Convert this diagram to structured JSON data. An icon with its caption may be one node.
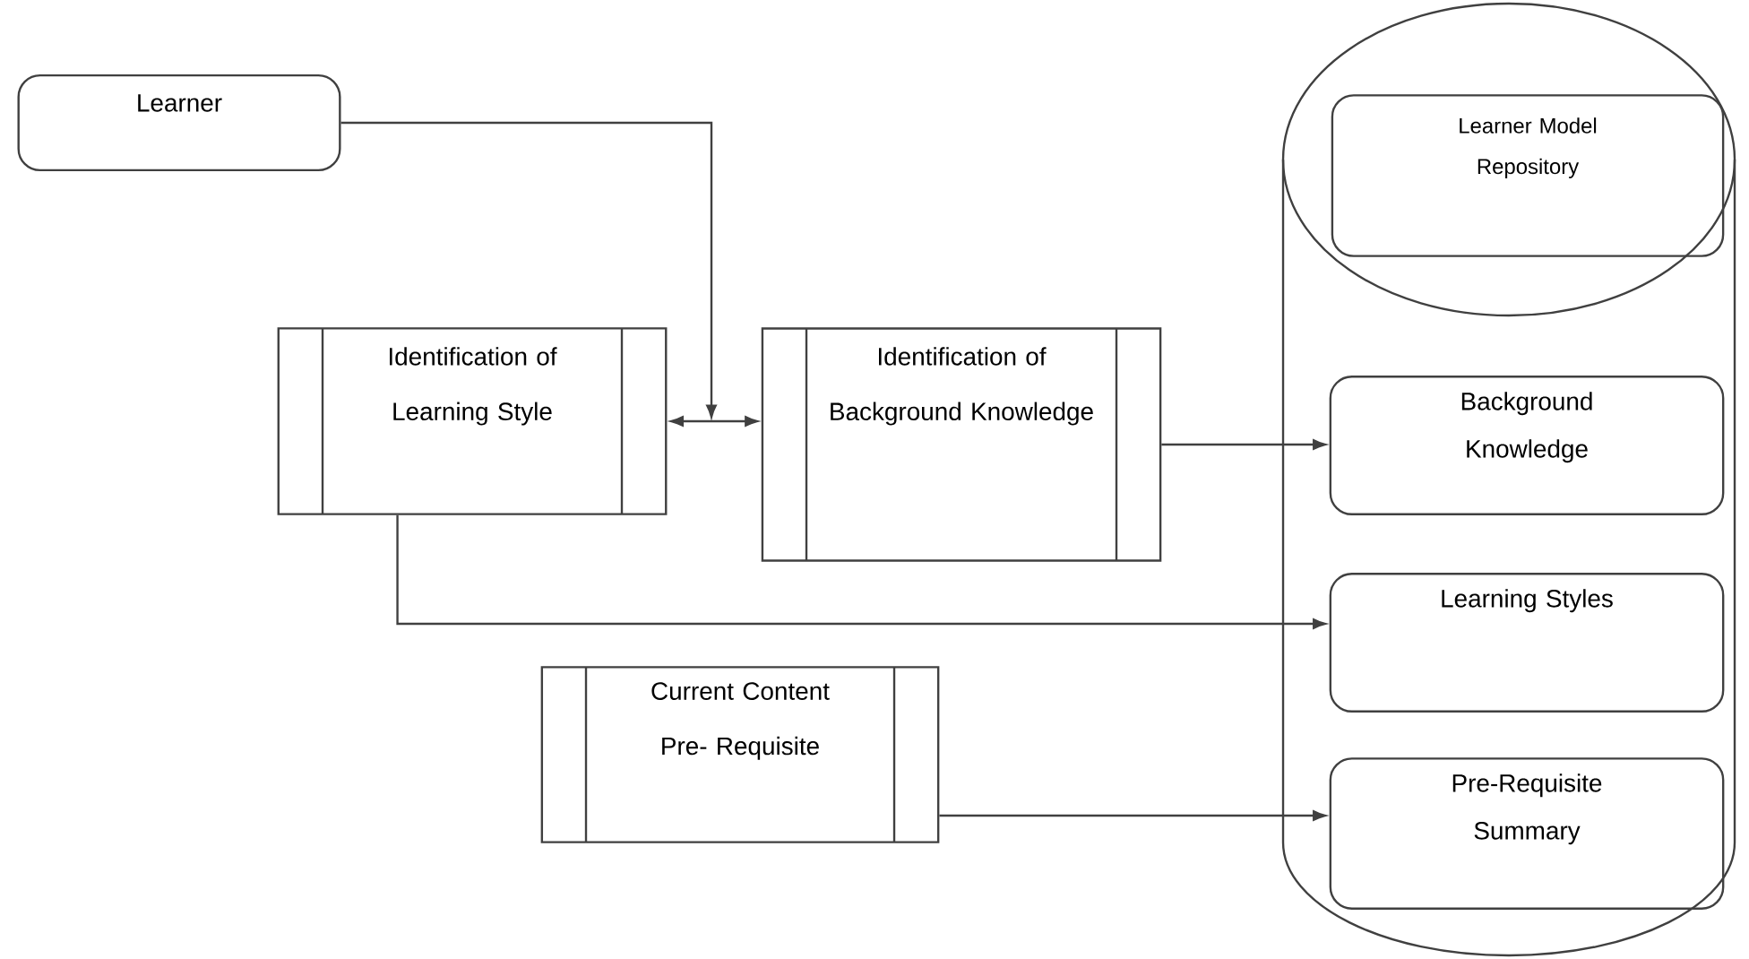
{
  "diagram": {
    "nodes": [
      {
        "text": [
          "Learner"
        ]
      },
      {
        "text": [],
        "shape": "cylinder"
      },
      {
        "text": [
          "Learner Model Repository"
        ],
        "in": 1
      },
      {
        "text": [
          "Identification of Learning Style"
        ]
      },
      {
        "text": [
          "Identification of Background Knowledge"
        ]
      },
      {
        "text": [
          "Background Knowledge"
        ],
        "in": 1
      },
      {
        "text": [
          "Learning Styles"
        ],
        "in": 1
      },
      {
        "text": [
          "Current Content Pre- Requisite"
        ]
      },
      {
        "text": [
          "Pre-Requisite Summary"
        ],
        "in": 1
      }
    ],
    "edges": [
      {
        "from": 0,
        "to": null,
        "arrow": "to"
      },
      {
        "from": 3,
        "to": 4,
        "arrow": "both"
      },
      {
        "from": 4,
        "to": 5,
        "arrow": "to"
      },
      {
        "from": 3,
        "to": 6,
        "arrow": "to"
      },
      {
        "from": 7,
        "to": 8,
        "arrow": "to"
      }
    ]
  }
}
